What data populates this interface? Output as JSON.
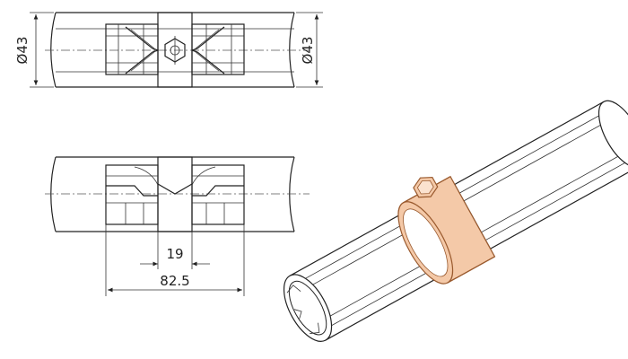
{
  "dimensions": {
    "diameter_left": "Ø43",
    "diameter_right": "Ø43",
    "inner_width": "19",
    "overall_length": "82.5"
  },
  "colors": {
    "line": "#222222",
    "clamp_fill": "#f4c9a8",
    "clamp_stroke": "#9a5a2e",
    "pipe_fill": "#ffffff"
  }
}
